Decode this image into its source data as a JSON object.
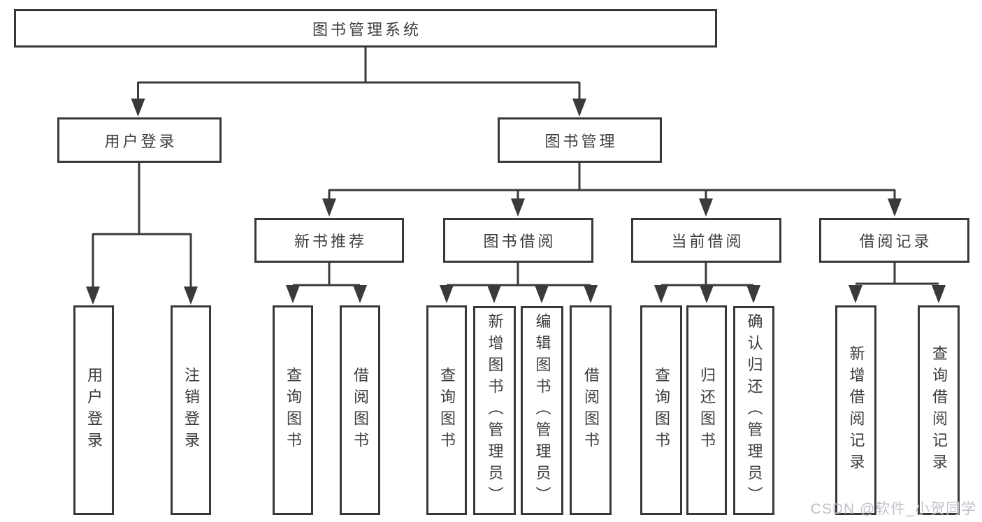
{
  "colors": {
    "line": "#3a3a3a",
    "box_border": "#383838",
    "text": "#3d3d3d",
    "watermark": "#bfc2ca",
    "background": "#ffffff"
  },
  "root": {
    "label": "图书管理系统"
  },
  "branches": [
    {
      "id": "user-login",
      "label": "用户登录"
    },
    {
      "id": "book-management",
      "label": "图书管理"
    }
  ],
  "modules": [
    {
      "id": "new-book-recommend",
      "parent": "图书管理",
      "label": "新书推荐"
    },
    {
      "id": "book-borrow",
      "parent": "图书管理",
      "label": "图书借阅"
    },
    {
      "id": "current-borrow",
      "parent": "图书管理",
      "label": "当前借阅"
    },
    {
      "id": "borrow-records",
      "parent": "图书管理",
      "label": "借阅记录"
    }
  ],
  "leaves": [
    {
      "parent": "用户登录",
      "label": "用户登录"
    },
    {
      "parent": "用户登录",
      "label": "注销登录"
    },
    {
      "parent": "新书推荐",
      "label": "查询图书"
    },
    {
      "parent": "新书推荐",
      "label": "借阅图书"
    },
    {
      "parent": "图书借阅",
      "label": "查询图书"
    },
    {
      "parent": "图书借阅",
      "label": "新增图书（管理员）"
    },
    {
      "parent": "图书借阅",
      "label": "编辑图书（管理员）"
    },
    {
      "parent": "图书借阅",
      "label": "借阅图书"
    },
    {
      "parent": "当前借阅",
      "label": "查询图书"
    },
    {
      "parent": "当前借阅",
      "label": "归还图书"
    },
    {
      "parent": "当前借阅",
      "label": "确认归还（管理员）"
    },
    {
      "parent": "借阅记录",
      "label": "新增借阅记录"
    },
    {
      "parent": "借阅记录",
      "label": "查询借阅记录"
    }
  ],
  "watermark": {
    "text": "CSDN @软件_小贺同学"
  }
}
